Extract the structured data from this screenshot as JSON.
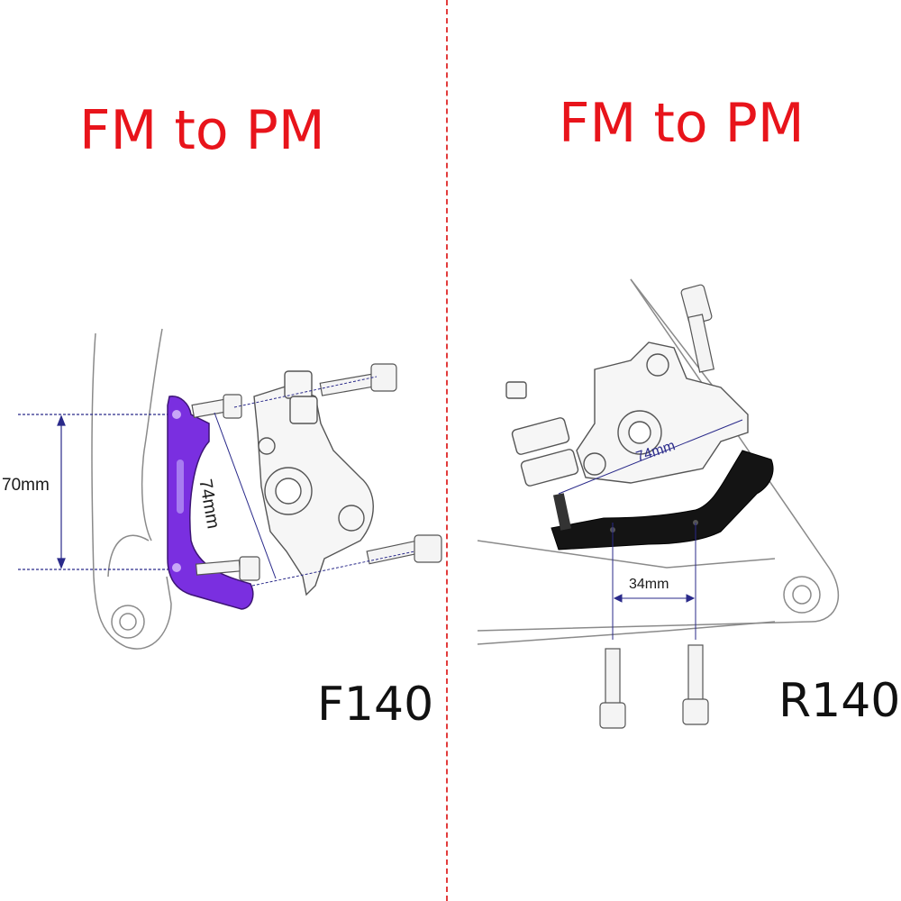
{
  "left_panel": {
    "title": "FM to PM",
    "model": "F140",
    "dimension_height": "70mm",
    "dimension_diagonal": "74mm",
    "adapter_color": "#7a2fe0"
  },
  "right_panel": {
    "title": "FM to PM",
    "model": "R140",
    "dimension_diagonal": "74mm",
    "dimension_spacing": "34mm",
    "adapter_color": "#141414"
  },
  "colors": {
    "title": "#e8141b",
    "divider": "#e23c3c",
    "dimension_line": "#2a2a8a"
  }
}
